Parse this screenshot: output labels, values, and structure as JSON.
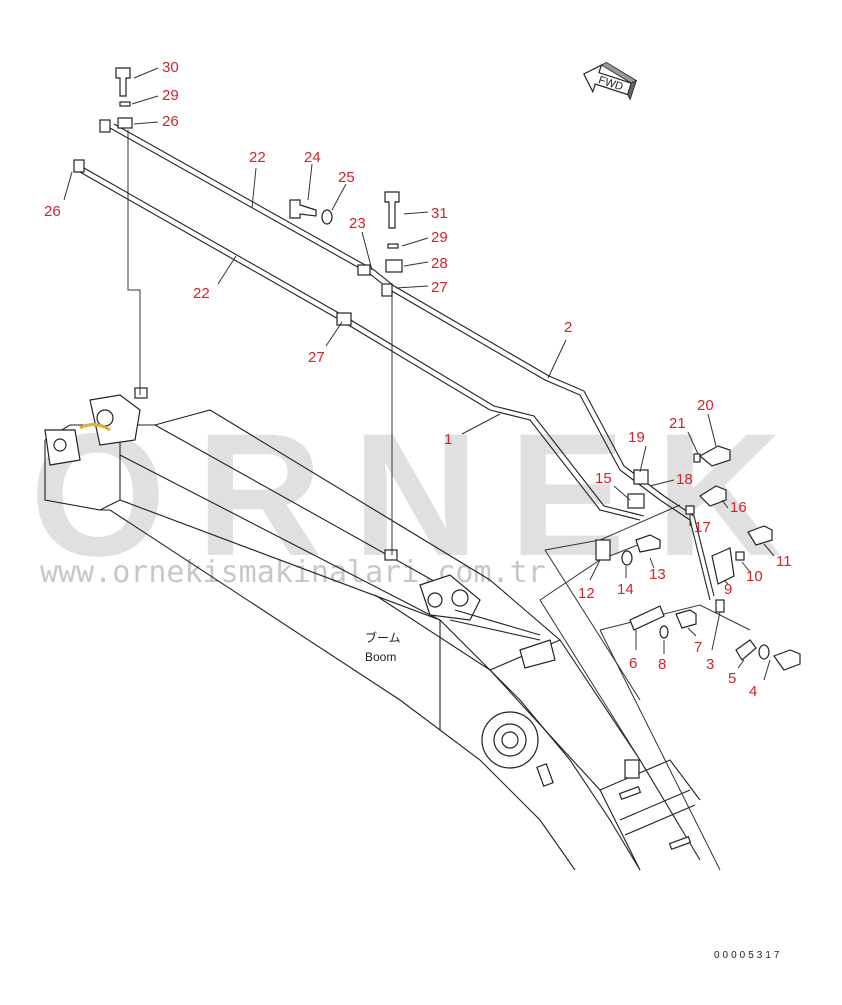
{
  "diagram": {
    "direction_label": "FWD",
    "boom_label_jp": "ブーム",
    "boom_label": "Boom",
    "drawing_number": "00005317",
    "watermark_brand": "ORNEK",
    "watermark_url": "www.ornekismakinalari.com.tr",
    "callouts": [
      "30",
      "29",
      "26",
      "26",
      "22",
      "24",
      "25",
      "23",
      "31",
      "29",
      "28",
      "27",
      "22",
      "27",
      "2",
      "1",
      "20",
      "21",
      "19",
      "18",
      "15",
      "17",
      "16",
      "12",
      "14",
      "13",
      "11",
      "10",
      "9",
      "7",
      "8",
      "6",
      "3",
      "5",
      "4"
    ]
  },
  "colors": {
    "callout": "#d2232a",
    "line": "#222222",
    "watermark": "#c8c8c8",
    "highlight": "#e0b030"
  }
}
